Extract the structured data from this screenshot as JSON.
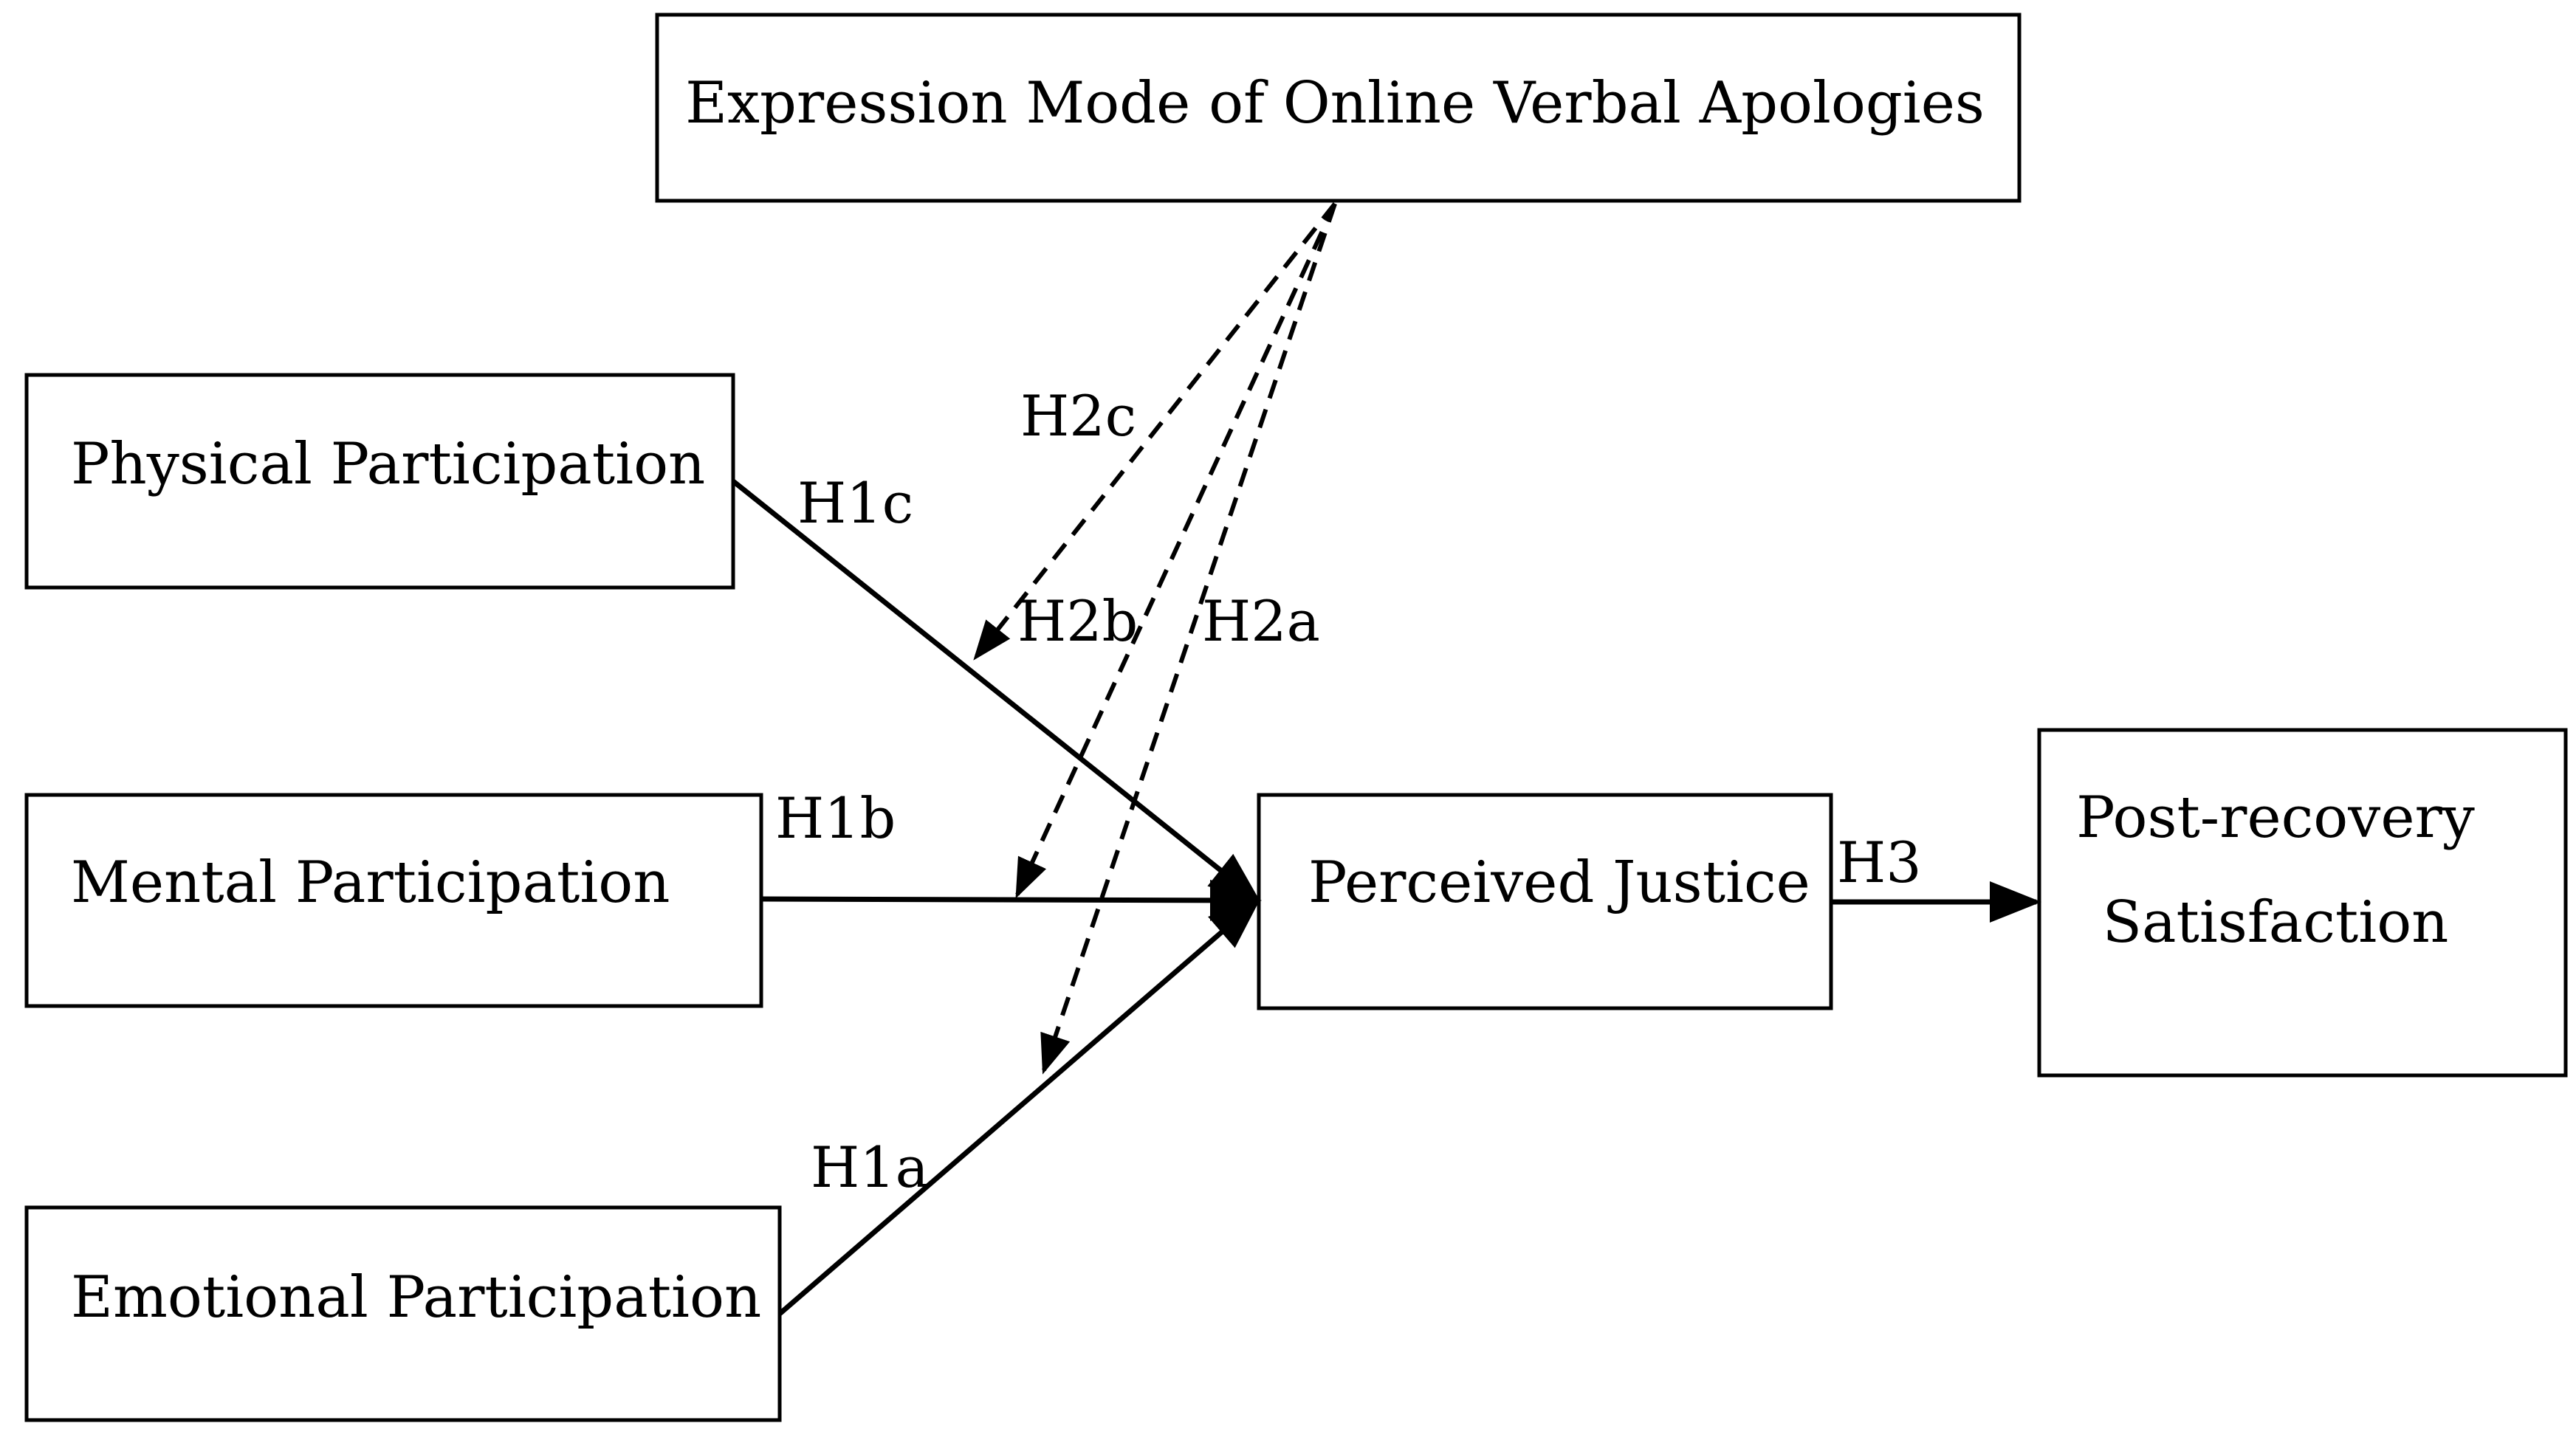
{
  "nodes": {
    "moderator": "Expression Mode of Online Verbal Apologies",
    "physical": "Physical Participation",
    "mental": "Mental Participation",
    "emotional": "Emotional Participation",
    "justice": "Perceived Justice",
    "satisfaction_line1": "Post-recovery",
    "satisfaction_line2": "Satisfaction"
  },
  "hypotheses": {
    "h1a": "H1a",
    "h1b": "H1b",
    "h1c": "H1c",
    "h2a": "H2a",
    "h2b": "H2b",
    "h2c": "H2c",
    "h3": "H3"
  },
  "colors": {
    "line": "#000000",
    "background": "#ffffff"
  }
}
